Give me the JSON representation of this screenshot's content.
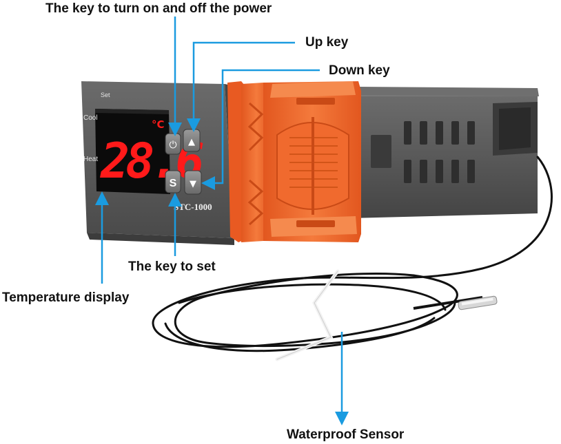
{
  "callouts": {
    "power_key": "The key to turn on and off the power",
    "up_key": "Up key",
    "down_key": "Down key",
    "set_key": "The key to set",
    "temperature_display": "Temperature display",
    "sensor": "Waterproof Sensor"
  },
  "device": {
    "panel_label_set": "Set",
    "panel_label_cool": "Cool",
    "panel_label_heat": "Heat",
    "display_reading": "28.6",
    "display_unit": "°C",
    "set_button_glyph": "S",
    "power_button_glyph": "⏻",
    "up_button_glyph": "▲",
    "down_button_glyph": "▼",
    "model": "STC-1000"
  },
  "colors": {
    "arrow": "#1a9be0",
    "housing": "#5c5c5c",
    "bracket": "#f06a2e",
    "display_digits": "#ff1a1a",
    "cable": "#111111"
  }
}
